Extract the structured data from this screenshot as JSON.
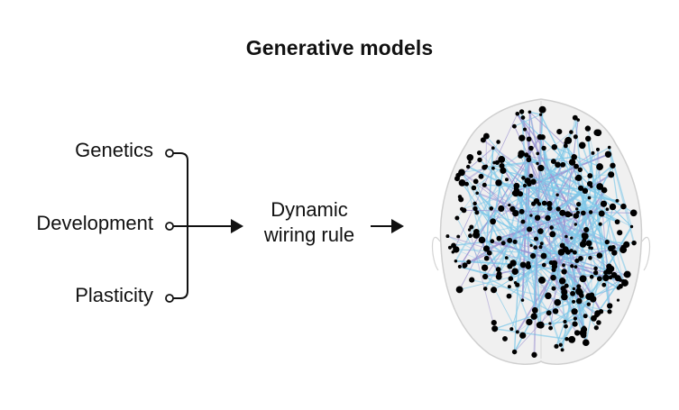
{
  "title": "Generative models",
  "inputs": [
    {
      "label": "Genetics"
    },
    {
      "label": "Development"
    },
    {
      "label": "Plasticity"
    }
  ],
  "rule": {
    "line1": "Dynamic",
    "line2": "wiring rule"
  },
  "network": {
    "icon": "brain-connectome-axial-view",
    "node_color": "#000000",
    "edge_colors": [
      "#7ec8e8",
      "#9a8fd0"
    ],
    "outline_color": "#c8c8c8"
  }
}
